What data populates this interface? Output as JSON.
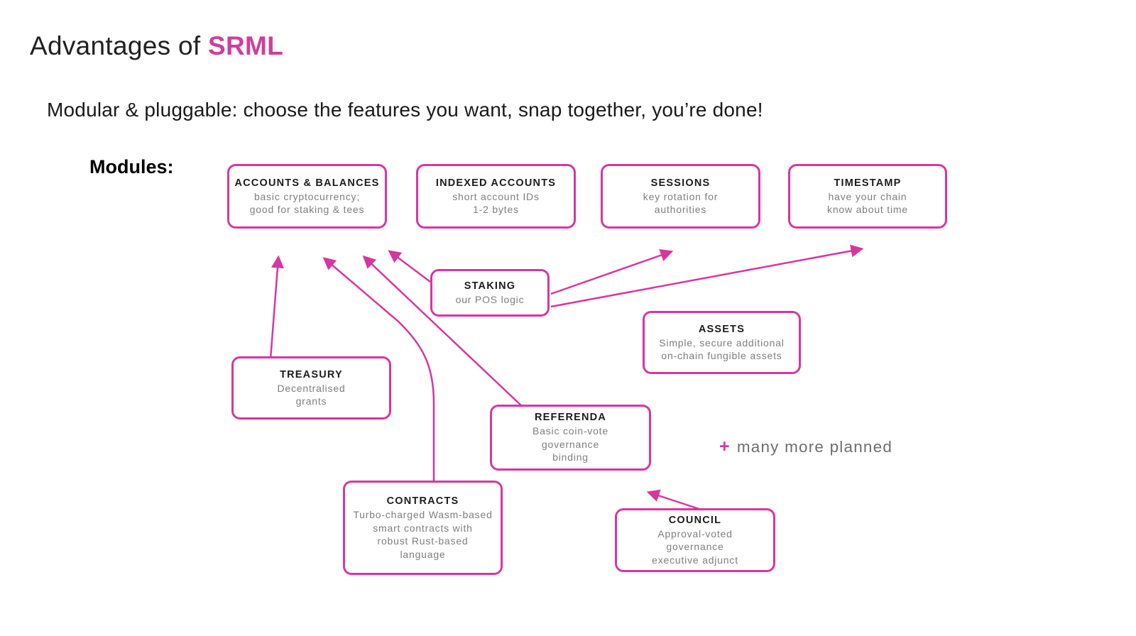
{
  "page": {
    "title_prefix": "Advantages of ",
    "title_highlight": "SRML",
    "subtitle": "Modular & pluggable: choose the features you want, snap together, you’re done!",
    "modules_label": "Modules:"
  },
  "modules": {
    "accounts": {
      "title": "ACCOUNTS & BALANCES",
      "lines": [
        "basic cryptocurrency;",
        "good for staking & tees"
      ]
    },
    "indexed": {
      "title": "INDEXED ACCOUNTS",
      "lines": [
        "short account IDs",
        "1-2 bytes"
      ]
    },
    "sessions": {
      "title": "SESSIONS",
      "lines": [
        "key rotation for",
        "authorities"
      ]
    },
    "timestamp": {
      "title": "TIMESTAMP",
      "lines": [
        "have your chain",
        "know about time"
      ]
    },
    "staking": {
      "title": "STAKING",
      "lines": [
        "our POS logic"
      ]
    },
    "assets": {
      "title": "ASSETS",
      "lines": [
        "Simple, secure additional",
        "on-chain fungible assets"
      ]
    },
    "treasury": {
      "title": "TREASURY",
      "lines": [
        "Decentralised",
        "grants"
      ]
    },
    "referenda": {
      "title": "REFERENDA",
      "lines": [
        "Basic coin-vote",
        "governance",
        "binding"
      ]
    },
    "contracts": {
      "title": "CONTRACTS",
      "lines": [
        "Turbo-charged Wasm-based",
        "smart contracts with",
        "robust Rust-based",
        "language"
      ]
    },
    "council": {
      "title": "COUNCIL",
      "lines": [
        "Approval-voted",
        "governance",
        "executive adjunct"
      ]
    }
  },
  "connections": [
    {
      "from": "treasury",
      "to": "accounts"
    },
    {
      "from": "contracts",
      "to": "accounts"
    },
    {
      "from": "referenda",
      "to": "accounts"
    },
    {
      "from": "staking",
      "to": "accounts"
    },
    {
      "from": "staking",
      "to": "sessions"
    },
    {
      "from": "staking",
      "to": "timestamp"
    },
    {
      "from": "council",
      "to": "referenda"
    }
  ],
  "note": {
    "plus": "+",
    "text": "many more planned"
  },
  "colors": {
    "accent": "#d7369f",
    "title_highlight": "#cd3f9d",
    "module_title_text": "#1c1c1c",
    "module_body_text": "#7e7e7e",
    "note_text": "#6e6e6e"
  }
}
